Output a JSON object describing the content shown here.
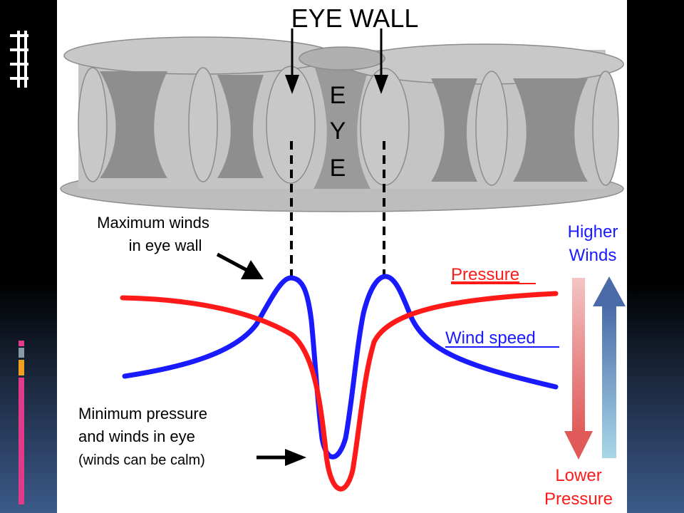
{
  "diagram": {
    "title": "EYE WALL",
    "eye_letters": [
      "E",
      "Y",
      "E"
    ],
    "annotations": {
      "max_winds": [
        "Maximum winds",
        "in eye wall"
      ],
      "min_pressure": [
        "Minimum pressure",
        "and winds in eye",
        "(winds can be calm)"
      ]
    },
    "legend": {
      "pressure": "Pressure",
      "wind_speed": "Wind speed"
    },
    "scale": {
      "higher_winds": [
        "Higher",
        "Winds"
      ],
      "lower_pressure": [
        "Lower",
        "Pressure"
      ]
    },
    "colors": {
      "pressure": "#ff1a1a",
      "wind": "#1a1aff",
      "cloud": "#c8c8c8",
      "cloud_dark": "#8c8c8c",
      "arrow_blue": "#4a6aa8",
      "arrow_red": "#e05a5a"
    }
  }
}
